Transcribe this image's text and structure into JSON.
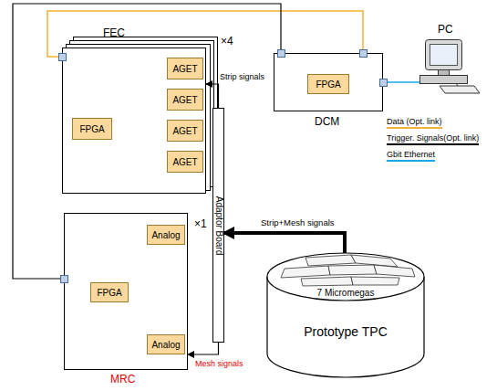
{
  "diagram": {
    "nodes": [
      {
        "text": [
          "FEC"
        ]
      },
      {
        "text": [
          "FPGA"
        ],
        "in": 0
      },
      {
        "text": [
          "AGET"
        ],
        "in": 0
      },
      {
        "text": [
          "AGET"
        ],
        "in": 0
      },
      {
        "text": [
          "AGET"
        ],
        "in": 0
      },
      {
        "text": [
          "AGET"
        ],
        "in": 0
      },
      {
        "text": [
          "DCM"
        ]
      },
      {
        "text": [
          "FPGA"
        ],
        "in": 6
      },
      {
        "text": [
          "PC"
        ]
      },
      {
        "text": [
          "Adaptor Board"
        ]
      },
      {
        "text": [
          "MRC"
        ]
      },
      {
        "text": [
          "FPGA"
        ],
        "in": 10
      },
      {
        "text": [
          "Analog"
        ],
        "in": 10
      },
      {
        "text": [
          "Analog"
        ],
        "in": 10
      },
      {
        "text": [
          "7 Micromegas",
          "Prototype TPC"
        ]
      }
    ],
    "edges": [
      {
        "from": 6,
        "to": 0,
        "arrow": "none"
      },
      {
        "from": 6,
        "to": 10,
        "arrow": "none"
      },
      {
        "from": 6,
        "to": 8,
        "arrow": "none"
      },
      {
        "from": 9,
        "to": 0,
        "arrow": "to",
        "label": "Strip signals"
      },
      {
        "from": 9,
        "to": 10,
        "arrow": "to",
        "label": "Mesh signals"
      },
      {
        "from": 14,
        "to": 9,
        "arrow": "to",
        "label": "Strip+Mesh signals"
      }
    ],
    "labels": [
      "×4",
      "×1"
    ],
    "legend": [
      {
        "text": "Data (Opt. link)"
      },
      {
        "text": "Trigger. Signals(Opt. link)"
      },
      {
        "text": "Gbit Ethernet"
      }
    ]
  }
}
